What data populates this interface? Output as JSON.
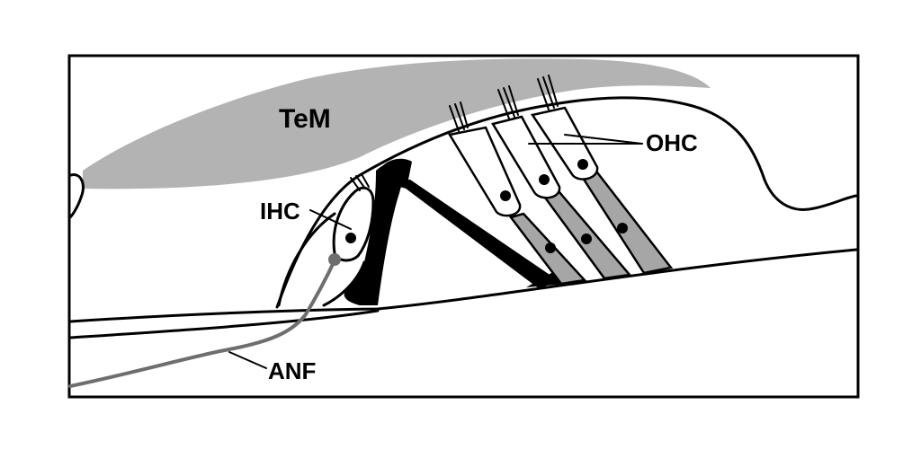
{
  "labels": {
    "tectorial_membrane": "TeM",
    "inner_hair_cell": "IHC",
    "outer_hair_cells": "OHC",
    "auditory_nerve_fiber": "ANF"
  },
  "colors": {
    "membrane_fill": "#b3b3b3",
    "cell_fill": "#a6a6a6",
    "nerve_fiber": "#6e6e6e",
    "outline": "#000000",
    "background": "#ffffff"
  }
}
